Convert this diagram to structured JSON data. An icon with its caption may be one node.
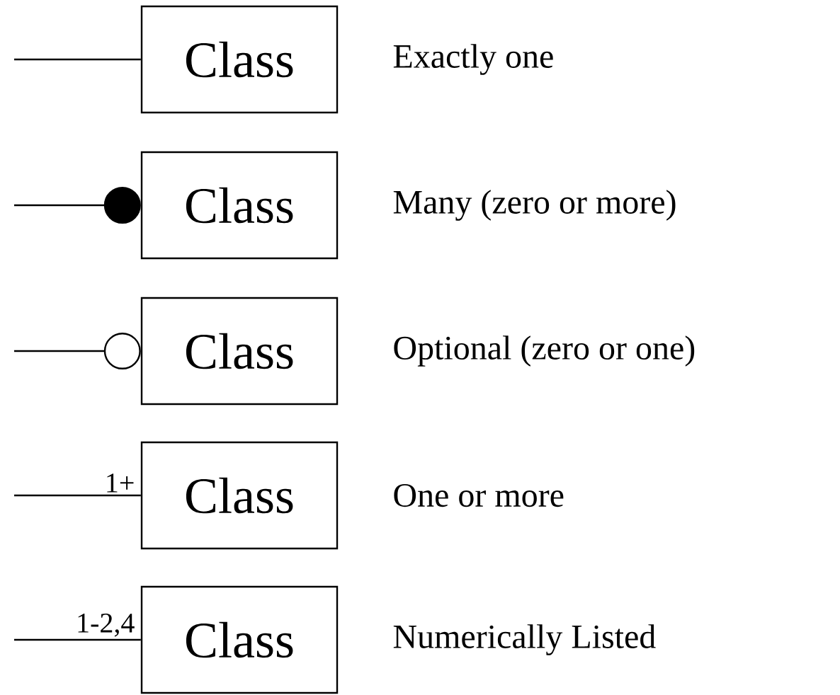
{
  "diagram": {
    "nodes": [
      {
        "text": [
          "Class"
        ],
        "beside": [
          "Exactly one"
        ]
      },
      {
        "text": [
          "Class"
        ],
        "beside": [
          "Many (zero or more)"
        ]
      },
      {
        "text": [
          "Class"
        ],
        "beside": [
          "Optional (zero or one)"
        ]
      },
      {
        "text": [
          "Class"
        ],
        "beside": [
          "One or more"
        ]
      },
      {
        "text": [
          "Class"
        ],
        "beside": [
          "Numerically Listed"
        ]
      }
    ],
    "edges": [
      {
        "from": null,
        "to": 0,
        "arrow": "none"
      },
      {
        "from": null,
        "to": 1,
        "arrow": "other"
      },
      {
        "from": null,
        "to": 2,
        "arrow": "other"
      },
      {
        "from": null,
        "to": 3,
        "arrow": "none",
        "label": "1+"
      },
      {
        "from": null,
        "to": 4,
        "arrow": "none",
        "label": "1-2,4"
      }
    ]
  }
}
